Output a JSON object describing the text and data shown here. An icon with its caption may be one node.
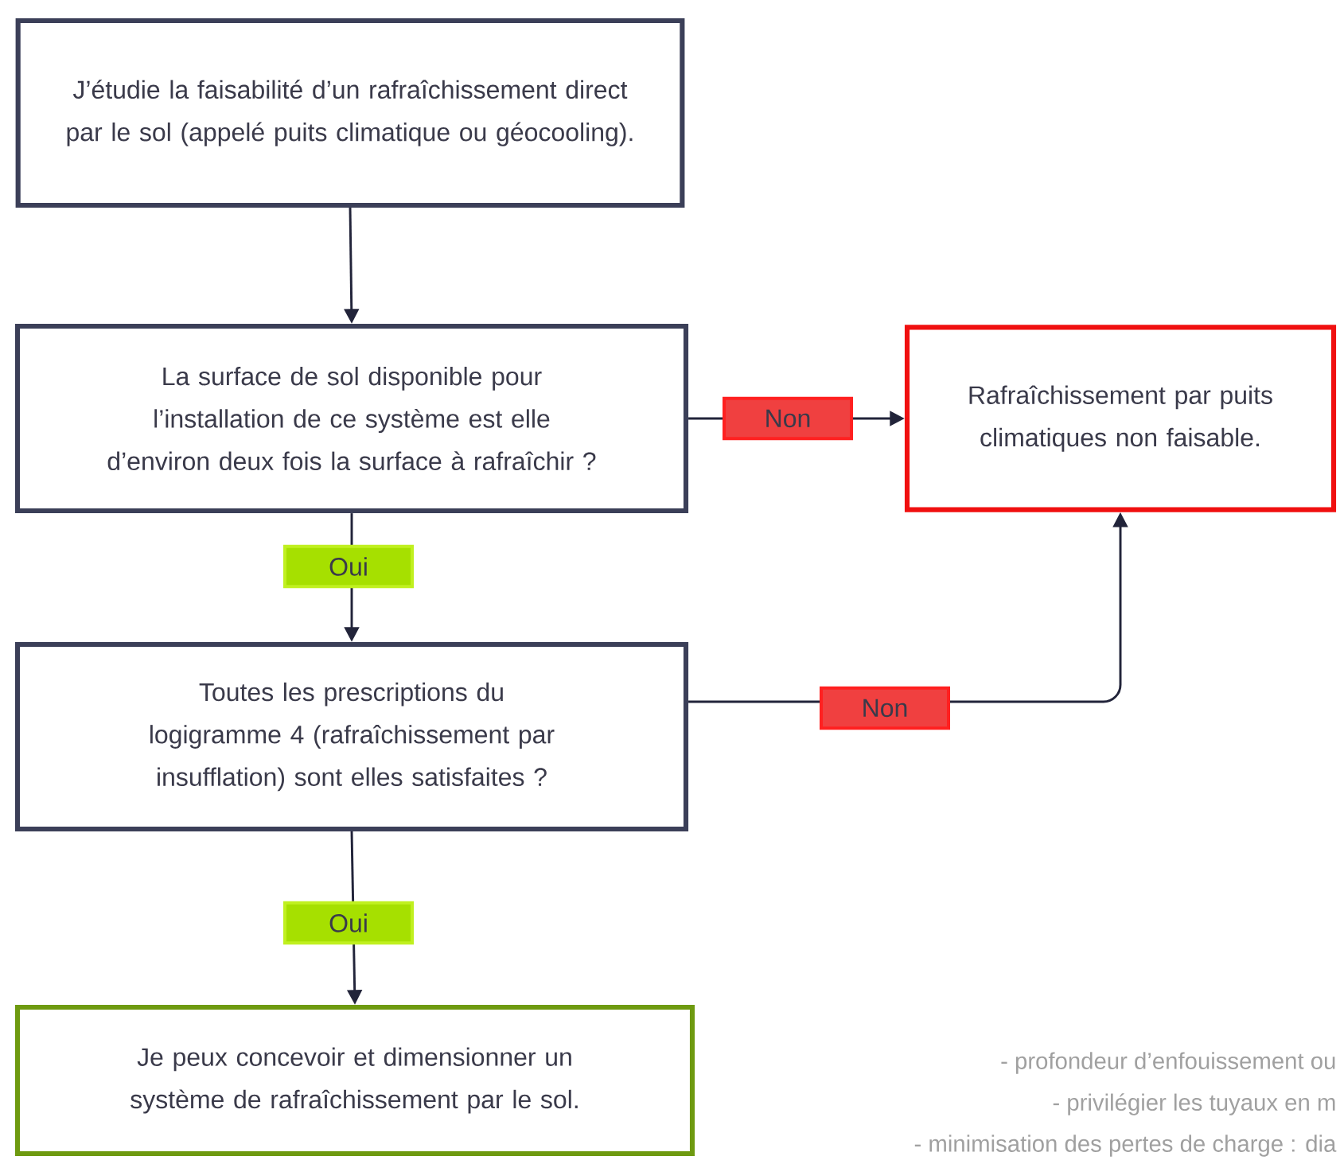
{
  "diagram": {
    "nodes": [
      {
        "text": [
          "J’étudie la faisabilité d’un rafraîchissement direct par le sol (appelé puits climatique ou géocooling)."
        ]
      },
      {
        "text": [
          "La surface de sol disponible pour l’installation de ce système est elle d’environ deux fois la surface à rafraîchir ?"
        ]
      },
      {
        "text": [
          "Rafraîchissement par puits climatiques non faisable."
        ]
      },
      {
        "text": [
          "Toutes les prescriptions du logigramme 4 (rafraîchissement par insufflation) sont elles satisfaites ?"
        ]
      },
      {
        "text": [
          "Je peux concevoir et dimensionner un système de rafraîchissement par le sol."
        ]
      }
    ],
    "edges": [
      {
        "from": 0,
        "to": 1,
        "arrow": "to"
      },
      {
        "from": 1,
        "to": 2,
        "arrow": "to",
        "label": "Non"
      },
      {
        "from": 1,
        "to": 3,
        "arrow": "to",
        "label": "Oui"
      },
      {
        "from": 3,
        "to": 2,
        "arrow": "to",
        "label": "Non"
      },
      {
        "from": 3,
        "to": 4,
        "arrow": "to",
        "label": "Oui"
      }
    ],
    "labels": [
      "- profondeur d’enfouissement ou",
      "- privilégier les tuyaux en m",
      "- minimisation des pertes de charge : dia"
    ]
  }
}
